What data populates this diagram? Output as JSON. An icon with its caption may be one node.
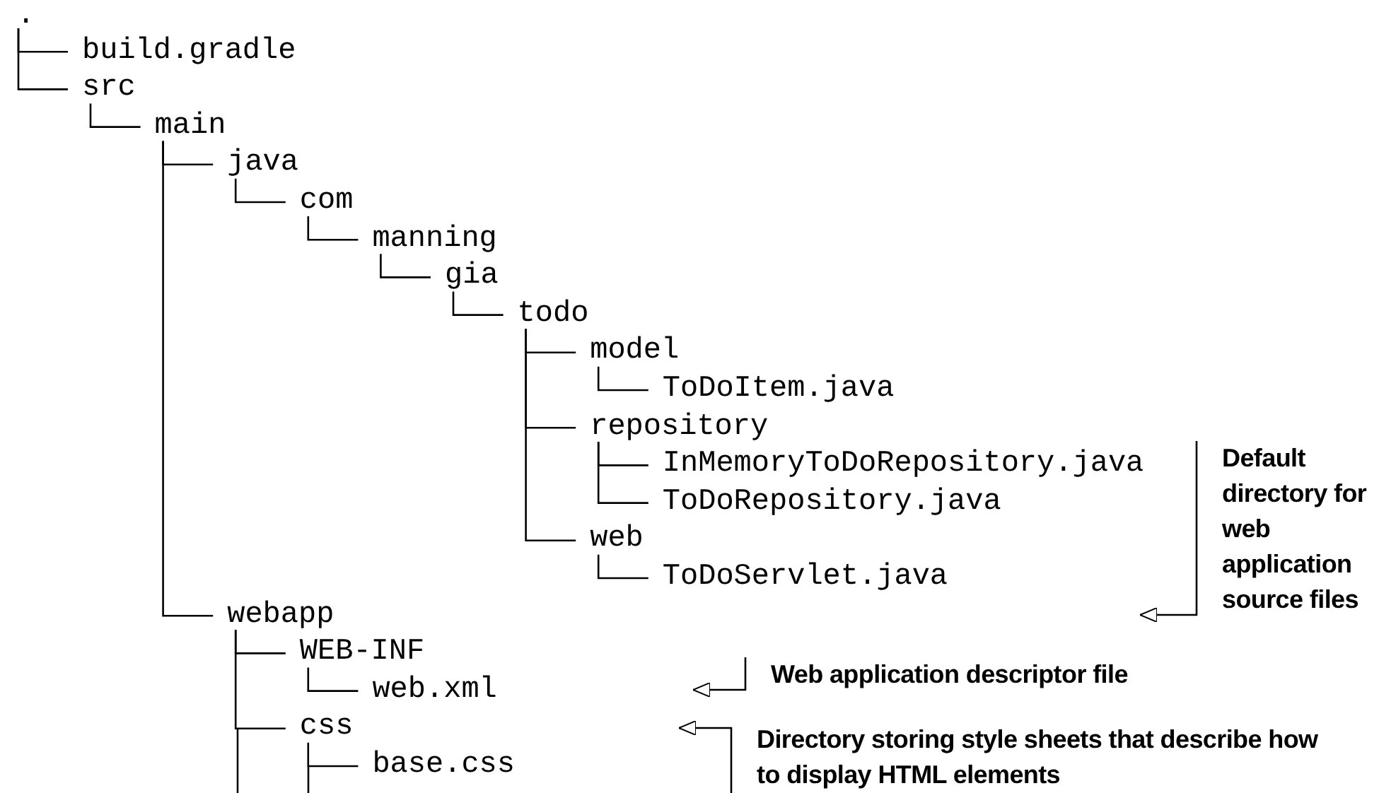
{
  "diagram": {
    "nodes": [
      {
        "text": [
          "."
        ]
      },
      {
        "text": [
          "build.gradle"
        ]
      },
      {
        "text": [
          "src"
        ]
      },
      {
        "text": [
          "main"
        ]
      },
      {
        "text": [
          "java"
        ]
      },
      {
        "text": [
          "com"
        ]
      },
      {
        "text": [
          "manning"
        ]
      },
      {
        "text": [
          "gia"
        ]
      },
      {
        "text": [
          "todo"
        ]
      },
      {
        "text": [
          "model"
        ]
      },
      {
        "text": [
          "ToDoItem.java"
        ]
      },
      {
        "text": [
          "repository"
        ]
      },
      {
        "text": [
          "InMemoryToDoRepository.java"
        ]
      },
      {
        "text": [
          "ToDoRepository.java"
        ]
      },
      {
        "text": [
          "web"
        ]
      },
      {
        "text": [
          "ToDoServlet.java"
        ]
      },
      {
        "text": [
          "webapp"
        ]
      },
      {
        "text": [
          "WEB-INF"
        ]
      },
      {
        "text": [
          "web.xml"
        ]
      },
      {
        "text": [
          "css"
        ]
      },
      {
        "text": [
          "base.css"
        ]
      },
      {
        "text": [
          "Default directory for web application source files"
        ]
      },
      {
        "text": [
          "Web application descriptor file"
        ]
      },
      {
        "text": [
          "Directory storing style sheets that describe how to display HTML elements"
        ]
      }
    ],
    "edges": [
      {
        "from": 0,
        "to": 1,
        "arrow": "none"
      },
      {
        "from": 0,
        "to": 2,
        "arrow": "none"
      },
      {
        "from": 2,
        "to": 3,
        "arrow": "none"
      },
      {
        "from": 3,
        "to": 4,
        "arrow": "none"
      },
      {
        "from": 4,
        "to": 5,
        "arrow": "none"
      },
      {
        "from": 5,
        "to": 6,
        "arrow": "none"
      },
      {
        "from": 6,
        "to": 7,
        "arrow": "none"
      },
      {
        "from": 7,
        "to": 8,
        "arrow": "none"
      },
      {
        "from": 8,
        "to": 9,
        "arrow": "none"
      },
      {
        "from": 9,
        "to": 10,
        "arrow": "none"
      },
      {
        "from": 8,
        "to": 11,
        "arrow": "none"
      },
      {
        "from": 11,
        "to": 12,
        "arrow": "none"
      },
      {
        "from": 11,
        "to": 13,
        "arrow": "none"
      },
      {
        "from": 8,
        "to": 14,
        "arrow": "none"
      },
      {
        "from": 14,
        "to": 15,
        "arrow": "none"
      },
      {
        "from": 3,
        "to": 16,
        "arrow": "none"
      },
      {
        "from": 16,
        "to": 17,
        "arrow": "none"
      },
      {
        "from": 17,
        "to": 18,
        "arrow": "none"
      },
      {
        "from": 16,
        "to": 19,
        "arrow": "none"
      },
      {
        "from": 19,
        "to": 20,
        "arrow": "none"
      },
      {
        "from": 21,
        "to": null,
        "arrow": "to"
      },
      {
        "from": 22,
        "to": null,
        "arrow": "to"
      },
      {
        "from": 23,
        "to": null,
        "arrow": "to"
      }
    ]
  }
}
